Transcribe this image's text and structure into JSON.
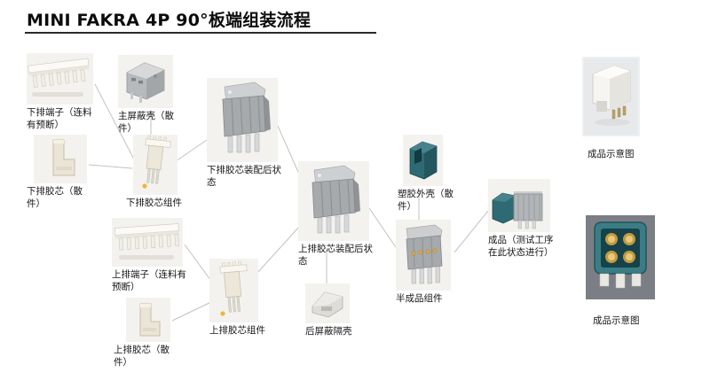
{
  "title": "MINI FAKRA 4P 90°板端组装流程",
  "colors": {
    "housing_teal": "#2e6a73",
    "contact_gold": "#c49a3f",
    "shell_gray": "#a7aaad",
    "core_ivory": "#ebe7d9",
    "title_text": "#0c0c0c"
  },
  "nodes": {
    "lower_terminal": {
      "label": "下排端子（连料有预断）"
    },
    "lower_core": {
      "label": "下排胶芯（散件）"
    },
    "main_shield": {
      "label": "主屏蔽壳（散件）"
    },
    "lower_core_assembly": {
      "label": "下排胶芯组件"
    },
    "lower_assembled": {
      "label": "下排胶芯装配后状态"
    },
    "upper_terminal": {
      "label": "上排端子（连料有预断）"
    },
    "upper_core": {
      "label": "上排胶芯（散件）"
    },
    "upper_core_assembly": {
      "label": "上排胶芯组件"
    },
    "upper_assembled": {
      "label": "上排胶芯装配后状态"
    },
    "rear_shield": {
      "label": "后屏蔽隔壳"
    },
    "plastic_shell": {
      "label": "塑胶外壳（散件）"
    },
    "semi_finished": {
      "label": "半成品组件"
    },
    "finished": {
      "label": "成品（测试工序在此状态进行）"
    },
    "schematic_top": {
      "label": "成品示意图"
    },
    "schematic_bottom": {
      "label": "成品示意图"
    }
  }
}
